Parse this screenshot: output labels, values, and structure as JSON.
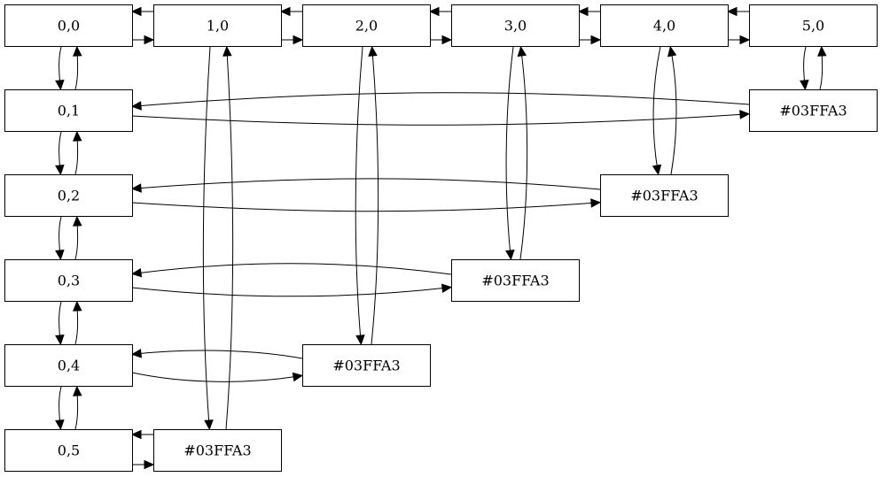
{
  "diagram": {
    "nodes": [
      {
        "id": "n00",
        "label": "0,0"
      },
      {
        "id": "n10",
        "label": "1,0"
      },
      {
        "id": "n20",
        "label": "2,0"
      },
      {
        "id": "n30",
        "label": "3,0"
      },
      {
        "id": "n40",
        "label": "4,0"
      },
      {
        "id": "n50",
        "label": "5,0"
      },
      {
        "id": "n01",
        "label": "0,1"
      },
      {
        "id": "n02",
        "label": "0,2"
      },
      {
        "id": "n03",
        "label": "0,3"
      },
      {
        "id": "n04",
        "label": "0,4"
      },
      {
        "id": "n05",
        "label": "0,5"
      },
      {
        "id": "c5",
        "label": "#03FFA3"
      },
      {
        "id": "c4",
        "label": "#03FFA3"
      },
      {
        "id": "c3",
        "label": "#03FFA3"
      },
      {
        "id": "c2",
        "label": "#03FFA3"
      },
      {
        "id": "c1",
        "label": "#03FFA3"
      }
    ],
    "edges": [
      {
        "from": "n00",
        "to": "n10"
      },
      {
        "from": "n10",
        "to": "n00"
      },
      {
        "from": "n10",
        "to": "n20"
      },
      {
        "from": "n20",
        "to": "n10"
      },
      {
        "from": "n20",
        "to": "n30"
      },
      {
        "from": "n30",
        "to": "n20"
      },
      {
        "from": "n30",
        "to": "n40"
      },
      {
        "from": "n40",
        "to": "n30"
      },
      {
        "from": "n40",
        "to": "n50"
      },
      {
        "from": "n50",
        "to": "n40"
      },
      {
        "from": "n00",
        "to": "n01"
      },
      {
        "from": "n01",
        "to": "n00"
      },
      {
        "from": "n01",
        "to": "n02"
      },
      {
        "from": "n02",
        "to": "n01"
      },
      {
        "from": "n02",
        "to": "n03"
      },
      {
        "from": "n03",
        "to": "n02"
      },
      {
        "from": "n03",
        "to": "n04"
      },
      {
        "from": "n04",
        "to": "n03"
      },
      {
        "from": "n04",
        "to": "n05"
      },
      {
        "from": "n05",
        "to": "n04"
      },
      {
        "from": "n50",
        "to": "c5"
      },
      {
        "from": "c5",
        "to": "n50"
      },
      {
        "from": "n40",
        "to": "c4"
      },
      {
        "from": "c4",
        "to": "n40"
      },
      {
        "from": "n30",
        "to": "c3"
      },
      {
        "from": "c3",
        "to": "n30"
      },
      {
        "from": "n20",
        "to": "c2"
      },
      {
        "from": "c2",
        "to": "n20"
      },
      {
        "from": "n10",
        "to": "c1"
      },
      {
        "from": "c1",
        "to": "n10"
      },
      {
        "from": "n01",
        "to": "c5"
      },
      {
        "from": "c5",
        "to": "n01"
      },
      {
        "from": "n02",
        "to": "c4"
      },
      {
        "from": "c4",
        "to": "n02"
      },
      {
        "from": "n03",
        "to": "c3"
      },
      {
        "from": "c3",
        "to": "n03"
      },
      {
        "from": "n04",
        "to": "c2"
      },
      {
        "from": "c2",
        "to": "n04"
      },
      {
        "from": "n05",
        "to": "c1"
      },
      {
        "from": "c1",
        "to": "n05"
      }
    ]
  }
}
